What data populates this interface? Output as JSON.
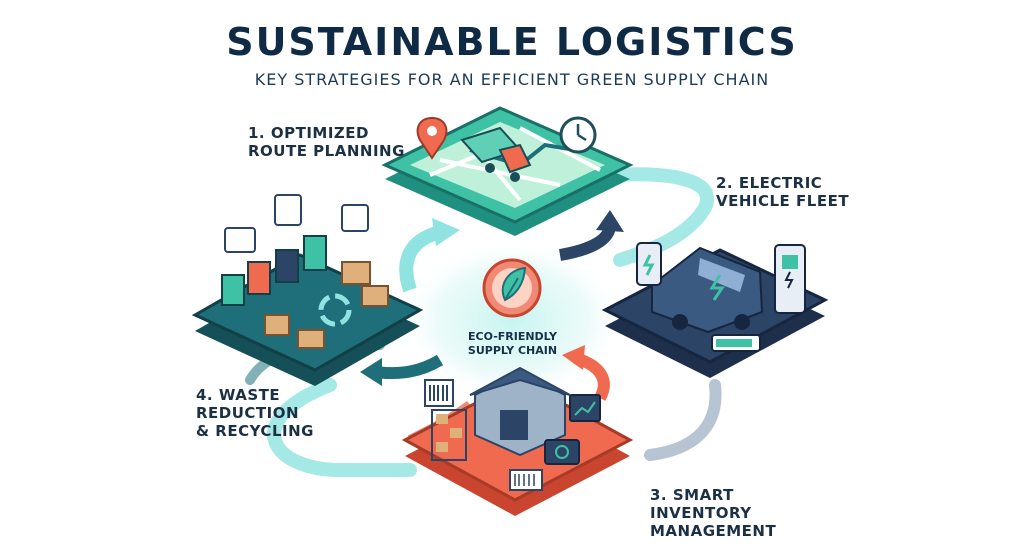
{
  "header": {
    "title": "SUSTAINABLE LOGISTICS",
    "subtitle": "KEY STRATEGIES FOR AN EFFICIENT GREEN SUPPLY CHAIN"
  },
  "hub": {
    "line1": "ECO-FRIENDLY",
    "line2": "SUPPLY CHAIN"
  },
  "strategies": {
    "route": {
      "line1": "1. OPTIMIZED",
      "line2": "ROUTE PLANNING"
    },
    "fleet": {
      "line1": "2. ELECTRIC",
      "line2": "VEHICLE FLEET"
    },
    "inventory": {
      "line1": "3. SMART",
      "line2": "INVENTORY",
      "line3": "MANAGEMENT"
    },
    "waste": {
      "line1": "4. WASTE",
      "line2": "REDUCTION",
      "line3": "& RECYCLING"
    }
  },
  "colors": {
    "teal": "#3fc1a6",
    "dark_teal": "#1f6f7a",
    "navy": "#2c4466",
    "coral": "#f06a50",
    "cyan_flow": "#8fe3e0",
    "text": "#1b2f45"
  },
  "icons": [
    "location-pin-icon",
    "truck-icon",
    "clock-icon",
    "van-icon",
    "charging-station-icon",
    "phone-battery-icon",
    "battery-icon",
    "warehouse-icon",
    "barcode-icon",
    "monitor-icon",
    "recycle-icon",
    "recycling-bins-icon",
    "box-icon",
    "leaf-gear-icon",
    "chart-bubble-icon"
  ]
}
